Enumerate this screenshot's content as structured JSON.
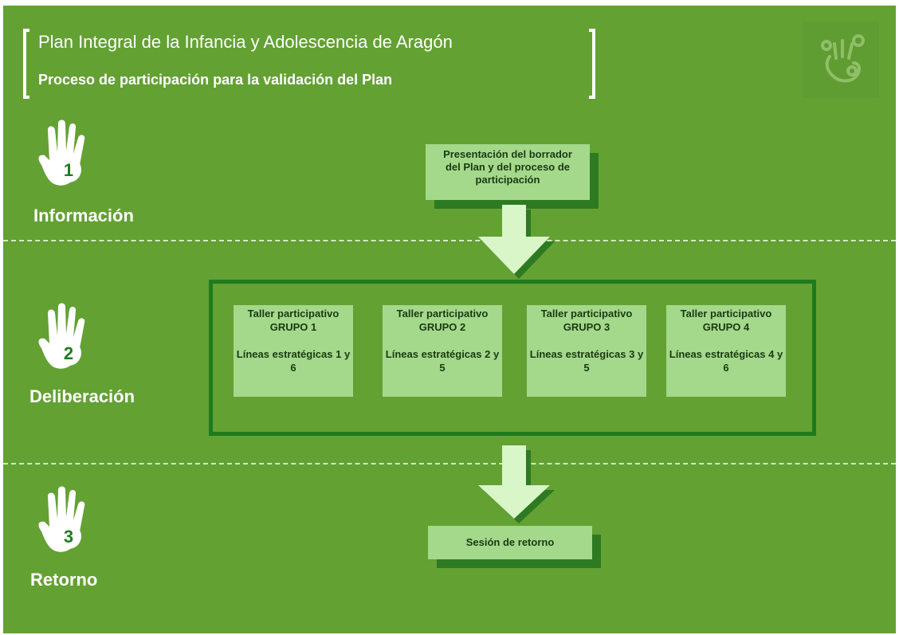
{
  "header": {
    "title": "Plan Integral de la Infancia y Adolescencia de Aragón",
    "subtitle": "Proceso de participación para la validación del Plan"
  },
  "colors": {
    "background": "#63a133",
    "box_fill": "#a4d98b",
    "box_shadow": "#2e7a22",
    "frame": "#1f7a1d",
    "arrow": "#d8f6c8"
  },
  "stages": [
    {
      "number": "1",
      "label": "Información",
      "icon": "hand-icon"
    },
    {
      "number": "2",
      "label": "Deliberación",
      "icon": "hand-icon"
    },
    {
      "number": "3",
      "label": "Retorno",
      "icon": "hand-icon"
    }
  ],
  "presentation_box": {
    "lines": [
      "Presentación del borrador",
      "del Plan y del proceso de",
      "participación"
    ]
  },
  "talleres": [
    {
      "l1": "Taller",
      "l2": "participativo",
      "group": "GRUPO 1",
      "l4": "Líneas",
      "lines": "estratégicas 1 y 6"
    },
    {
      "l1": "Taller",
      "l2": "participativo",
      "group": "GRUPO 2",
      "l4": "Líneas",
      "lines": "estratégicas 2 y 5"
    },
    {
      "l1": "Taller",
      "l2": "participativo",
      "group": "GRUPO 3",
      "l4": "Líneas",
      "lines": "estratégicas 3 y 5"
    },
    {
      "l1": "Taller",
      "l2": "participativo",
      "group": "GRUPO 4",
      "l4": "Líneas",
      "lines": "estratégicas 4 y 6"
    }
  ],
  "return_box": {
    "label": "Sesión de retorno"
  }
}
